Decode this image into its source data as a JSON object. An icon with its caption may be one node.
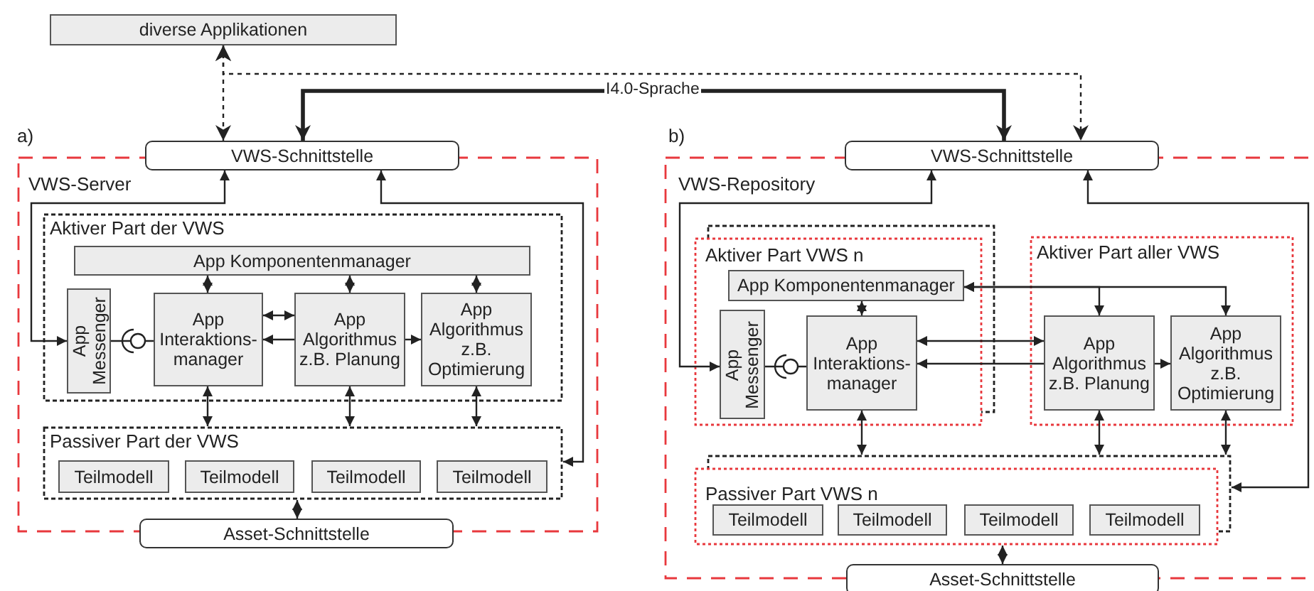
{
  "diagram": {
    "nodes": [
      {
        "text": [
          "diverse Applikationen"
        ]
      },
      {
        "text": [
          "VWS-Server"
        ]
      },
      {
        "text": [
          "VWS-Schnittstelle"
        ]
      },
      {
        "text": [
          "Aktiver Part der VWS"
        ],
        "in": 1
      },
      {
        "text": [
          "App Komponentenmanager"
        ],
        "in": 3
      },
      {
        "text": [
          "App Messenger"
        ],
        "in": 3
      },
      {
        "text": [
          "App Interaktions-manager"
        ],
        "in": 3
      },
      {
        "text": [
          "App Algorithmus z.B. Planung"
        ],
        "in": 3
      },
      {
        "text": [
          "App Algorithmus z.B. Optimierung"
        ],
        "in": 3
      },
      {
        "text": [
          "Passiver Part der VWS"
        ],
        "in": 1
      },
      {
        "text": [
          "Teilmodell"
        ],
        "in": 9
      },
      {
        "text": [
          "Teilmodell"
        ],
        "in": 9
      },
      {
        "text": [
          "Teilmodell"
        ],
        "in": 9
      },
      {
        "text": [
          "Teilmodell"
        ],
        "in": 9
      },
      {
        "text": [
          "Asset-Schnittstelle"
        ]
      },
      {
        "text": [
          "VWS-Repository"
        ]
      },
      {
        "text": [
          "VWS-Schnittstelle"
        ]
      },
      {
        "text": [
          "Aktiver Part VWS n"
        ],
        "in": 15
      },
      {
        "text": [
          "App Komponentenmanager"
        ],
        "in": 17
      },
      {
        "text": [
          "App Messenger"
        ],
        "in": 17
      },
      {
        "text": [
          "App Interaktions-manager"
        ],
        "in": 17
      },
      {
        "text": [
          "Aktiver Part aller VWS"
        ],
        "in": 15
      },
      {
        "text": [
          "App Algorithmus z.B. Planung"
        ],
        "in": 21
      },
      {
        "text": [
          "App Algorithmus z.B. Optimierung"
        ],
        "in": 21
      },
      {
        "text": [
          "Passiver Part VWS n"
        ],
        "in": 15
      },
      {
        "text": [
          "Teilmodell"
        ],
        "in": 24
      },
      {
        "text": [
          "Teilmodell"
        ],
        "in": 24
      },
      {
        "text": [
          "Teilmodell"
        ],
        "in": 24
      },
      {
        "text": [
          "Teilmodell"
        ],
        "in": 24
      },
      {
        "text": [
          "Asset-Schnittstelle"
        ]
      }
    ],
    "edges": [
      {
        "from": 0,
        "to": 2,
        "arrow": "both",
        "style": "dashed"
      },
      {
        "from": 0,
        "to": 16,
        "arrow": "both",
        "style": "dashed"
      },
      {
        "from": 2,
        "to": 16,
        "arrow": "both",
        "label": "I4.0-Sprache",
        "style": "thick"
      },
      {
        "from": 2,
        "to": 5,
        "arrow": "both"
      },
      {
        "from": 2,
        "to": 9,
        "arrow": "both"
      },
      {
        "from": 4,
        "to": 6,
        "arrow": "both"
      },
      {
        "from": 4,
        "to": 7,
        "arrow": "both"
      },
      {
        "from": 4,
        "to": 8,
        "arrow": "both"
      },
      {
        "from": 5,
        "to": 6,
        "arrow": "none"
      },
      {
        "from": 6,
        "to": 7,
        "arrow": "both"
      },
      {
        "from": 7,
        "to": 6,
        "arrow": "to"
      },
      {
        "from": 7,
        "to": 8,
        "arrow": "to"
      },
      {
        "from": 6,
        "to": 9,
        "arrow": "both"
      },
      {
        "from": 7,
        "to": 9,
        "arrow": "both"
      },
      {
        "from": 8,
        "to": 9,
        "arrow": "both"
      },
      {
        "from": 9,
        "to": 14,
        "arrow": "both"
      },
      {
        "from": 16,
        "to": 19,
        "arrow": "both"
      },
      {
        "from": 16,
        "to": 24,
        "arrow": "both"
      },
      {
        "from": 18,
        "to": 20,
        "arrow": "both"
      },
      {
        "from": 18,
        "to": 22,
        "arrow": "both"
      },
      {
        "from": 18,
        "to": 23,
        "arrow": "both"
      },
      {
        "from": 20,
        "to": 22,
        "arrow": "both"
      },
      {
        "from": 22,
        "to": 20,
        "arrow": "to"
      },
      {
        "from": 22,
        "to": 23,
        "arrow": "to"
      },
      {
        "from": 20,
        "to": 24,
        "arrow": "both"
      },
      {
        "from": 22,
        "to": 24,
        "arrow": "both"
      },
      {
        "from": 23,
        "to": 24,
        "arrow": "both"
      },
      {
        "from": 24,
        "to": 29,
        "arrow": "both"
      },
      {
        "from": 19,
        "to": 20,
        "arrow": "none"
      }
    ],
    "labels": [
      "a)",
      "b)"
    ]
  }
}
